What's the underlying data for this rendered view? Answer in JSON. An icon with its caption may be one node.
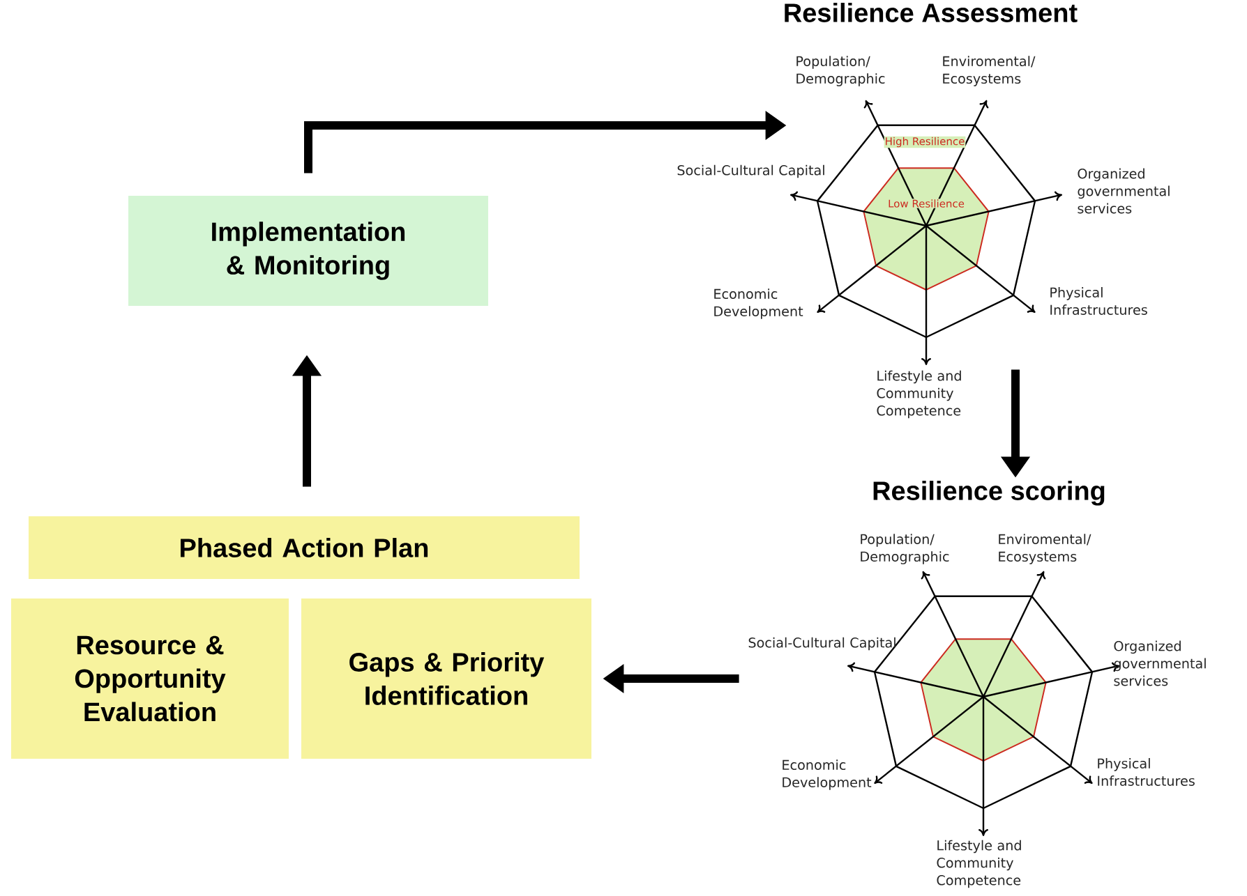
{
  "diagram": {
    "nodes": [
      {
        "text": [
          "Implementation & Monitoring"
        ]
      },
      {
        "text": [
          "Resilience Assessment"
        ],
        "beside": [
          "Population/ Demographic",
          "Enviromental/ Ecosystems",
          "Social-Cultural Capital",
          "Organized governmental services",
          "Economic Development",
          "Physical Infrastructures",
          "Lifestyle and Community Competence"
        ]
      },
      {
        "text": [
          "Resilience scoring"
        ],
        "beside": [
          "Population/ Demographic",
          "Enviromental/ Ecosystems",
          "Social-Cultural Capital",
          "Organized governmental services",
          "Economic Development",
          "Physical Infrastructures",
          "Lifestyle and Community Competence"
        ]
      },
      {
        "text": [
          "Phased Action Plan"
        ]
      },
      {
        "text": [
          "Resource & Opportunity Evaluation"
        ]
      },
      {
        "text": [
          "Gaps & Priority Identification"
        ]
      }
    ],
    "edges": [
      {
        "from": 0,
        "to": 1,
        "arrow": "to"
      },
      {
        "from": 1,
        "to": 2,
        "arrow": "to"
      },
      {
        "from": 2,
        "to": 5,
        "arrow": "to"
      },
      {
        "from": 3,
        "to": 0,
        "arrow": "to"
      }
    ],
    "labels": [
      "High Resilience",
      "Low Resilience"
    ]
  }
}
